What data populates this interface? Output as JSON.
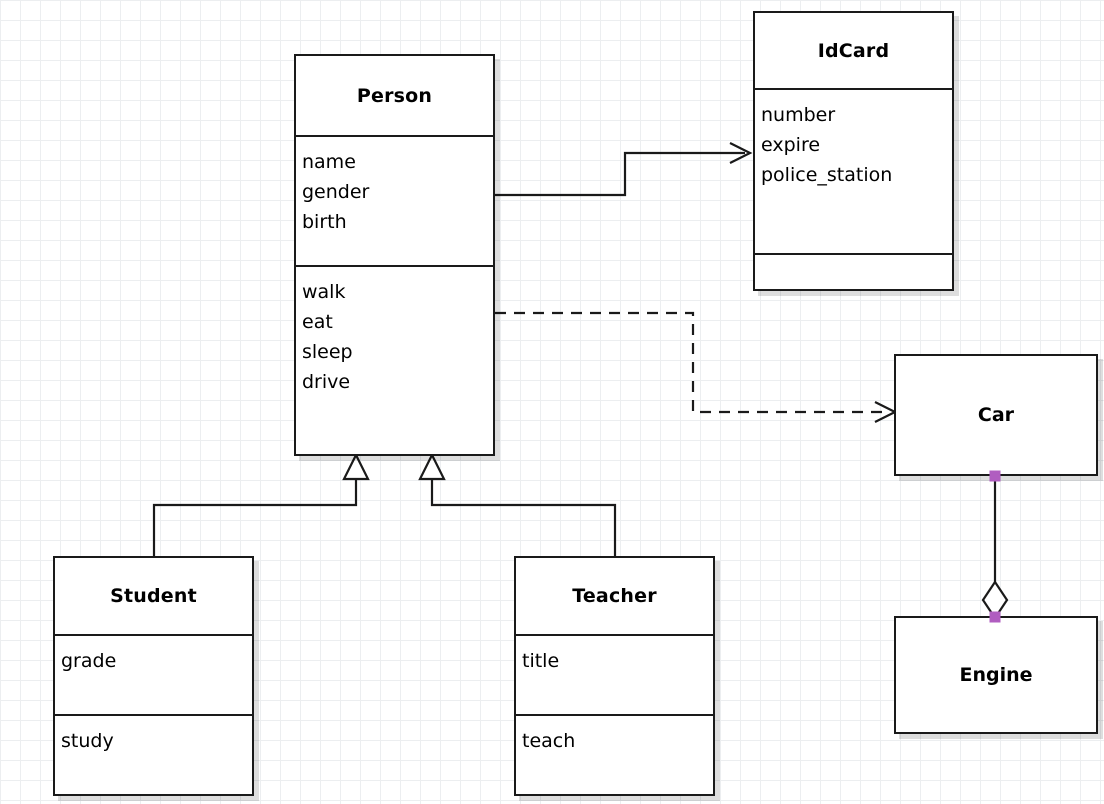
{
  "diagram": {
    "type": "uml-class-diagram",
    "background": "#ffffff",
    "grid_color": "#eceef0",
    "line_color": "#1a1a1a",
    "handle_color": "#b05dc0",
    "classes": [
      {
        "id": "person",
        "name": "Person",
        "attributes": [
          "name",
          "gender",
          "birth"
        ],
        "methods": [
          "walk",
          "eat",
          "sleep",
          "drive"
        ]
      },
      {
        "id": "idcard",
        "name": "IdCard",
        "attributes": [
          "number",
          "expire",
          "police_station"
        ],
        "methods": []
      },
      {
        "id": "student",
        "name": "Student",
        "attributes": [
          "grade"
        ],
        "methods": [
          "study"
        ]
      },
      {
        "id": "teacher",
        "name": "Teacher",
        "attributes": [
          "title"
        ],
        "methods": [
          "teach"
        ]
      },
      {
        "id": "car",
        "name": "Car",
        "attributes": [],
        "methods": []
      },
      {
        "id": "engine",
        "name": "Engine",
        "attributes": [],
        "methods": []
      }
    ],
    "relationships": [
      {
        "id": "person-idcard",
        "kind": "association",
        "style": "solid",
        "arrow": "open-arrow",
        "from": "person",
        "to": "idcard"
      },
      {
        "id": "person-car",
        "kind": "dependency",
        "style": "dashed",
        "arrow": "open-arrow",
        "from": "person",
        "to": "car"
      },
      {
        "id": "student-person",
        "kind": "generalization",
        "style": "solid",
        "arrow": "hollow-triangle",
        "from": "student",
        "to": "person"
      },
      {
        "id": "teacher-person",
        "kind": "generalization",
        "style": "solid",
        "arrow": "hollow-triangle",
        "from": "teacher",
        "to": "person"
      },
      {
        "id": "car-engine",
        "kind": "aggregation",
        "style": "solid",
        "arrow": "hollow-diamond",
        "from": "car",
        "to": "engine"
      }
    ]
  }
}
